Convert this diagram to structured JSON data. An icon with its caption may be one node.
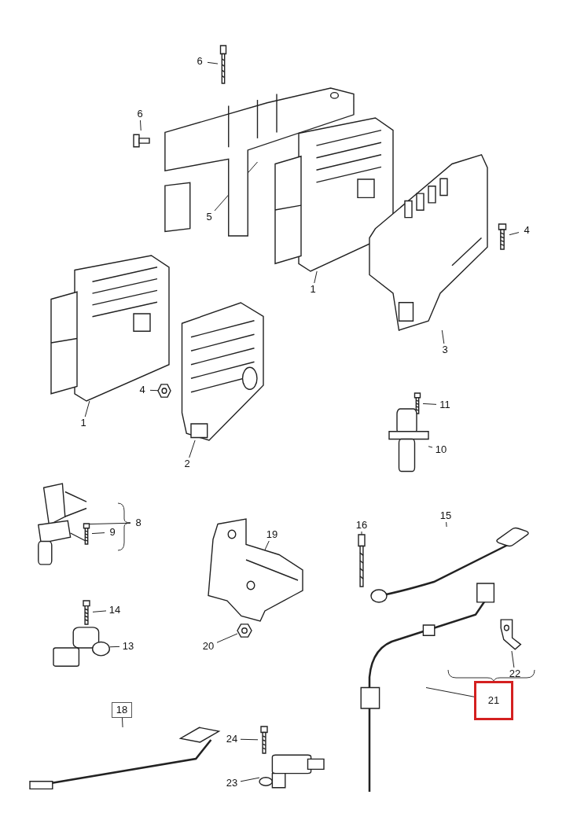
{
  "diagram": {
    "nodes": [
      {
        "text": [
          "6"
        ]
      },
      {
        "text": [],
        "shape": "picture"
      },
      {
        "text": [],
        "shape": "picture"
      },
      {
        "text": [
          "6"
        ]
      },
      {
        "text": [],
        "shape": "picture"
      },
      {
        "text": [
          "5"
        ]
      },
      {
        "text": [],
        "shape": "picture"
      },
      {
        "text": [
          "1"
        ]
      },
      {
        "text": [
          "4"
        ]
      },
      {
        "text": [],
        "shape": "picture"
      },
      {
        "text": [],
        "shape": "picture"
      },
      {
        "text": [
          "3"
        ]
      },
      {
        "text": [],
        "shape": "picture"
      },
      {
        "text": [
          "1"
        ]
      },
      {
        "text": [],
        "shape": "picture"
      },
      {
        "text": [
          "4"
        ]
      },
      {
        "text": [],
        "shape": "picture"
      },
      {
        "text": [
          "2"
        ]
      },
      {
        "text": [
          "11"
        ]
      },
      {
        "text": [],
        "shape": "picture"
      },
      {
        "text": [],
        "shape": "picture"
      },
      {
        "text": [
          "10"
        ]
      },
      {
        "text": [],
        "shape": "picture"
      },
      {
        "text": [
          "8"
        ]
      },
      {
        "text": [],
        "shape": "picture"
      },
      {
        "text": [
          "9"
        ]
      },
      {
        "text": [],
        "shape": "picture"
      },
      {
        "text": [
          "19"
        ]
      },
      {
        "text": [],
        "shape": "picture"
      },
      {
        "text": [
          "20"
        ]
      },
      {
        "text": [],
        "shape": "picture"
      },
      {
        "text": [
          "16"
        ]
      },
      {
        "text": [],
        "shape": "picture"
      },
      {
        "text": [
          "15"
        ]
      },
      {
        "text": [],
        "shape": "picture"
      },
      {
        "text": [
          "14"
        ]
      },
      {
        "text": [],
        "shape": "picture"
      },
      {
        "text": [
          "13"
        ]
      },
      {
        "text": [],
        "shape": "picture"
      },
      {
        "text": [
          "18"
        ]
      },
      {
        "text": [],
        "shape": "picture"
      },
      {
        "text": [
          "24"
        ]
      },
      {
        "text": [],
        "shape": "picture"
      },
      {
        "text": [
          "23"
        ]
      },
      {
        "text": [],
        "shape": "picture"
      },
      {
        "text": [
          "21"
        ]
      },
      {
        "text": [],
        "shape": "picture"
      },
      {
        "text": [
          "22"
        ]
      }
    ],
    "edges": [
      {
        "from": 0,
        "to": 1,
        "arrow": "none"
      },
      {
        "from": 3,
        "to": 4,
        "arrow": "none"
      },
      {
        "from": 5,
        "to": 2,
        "arrow": "none"
      },
      {
        "from": 7,
        "to": 6,
        "arrow": "none"
      },
      {
        "from": 8,
        "to": 9,
        "arrow": "none"
      },
      {
        "from": 11,
        "to": 10,
        "arrow": "none"
      },
      {
        "from": 13,
        "to": 12,
        "arrow": "none"
      },
      {
        "from": 15,
        "to": 16,
        "arrow": "none"
      },
      {
        "from": 17,
        "to": 14,
        "arrow": "none"
      },
      {
        "from": 18,
        "to": 19,
        "arrow": "none"
      },
      {
        "from": 21,
        "to": 20,
        "arrow": "none"
      },
      {
        "from": 23,
        "to": 22,
        "arrow": "none"
      },
      {
        "from": 25,
        "to": 24,
        "arrow": "none"
      },
      {
        "from": 27,
        "to": 26,
        "arrow": "none"
      },
      {
        "from": 29,
        "to": 28,
        "arrow": "none"
      },
      {
        "from": 31,
        "to": 30,
        "arrow": "none"
      },
      {
        "from": 33,
        "to": 32,
        "arrow": "none"
      },
      {
        "from": 35,
        "to": 34,
        "arrow": "none"
      },
      {
        "from": 37,
        "to": 36,
        "arrow": "none"
      },
      {
        "from": 39,
        "to": 38,
        "arrow": "none"
      },
      {
        "from": 41,
        "to": 40,
        "arrow": "none"
      },
      {
        "from": 43,
        "to": 42,
        "arrow": "none"
      },
      {
        "from": 45,
        "to": 44,
        "arrow": "none"
      },
      {
        "from": 47,
        "to": 46,
        "arrow": "none"
      }
    ]
  }
}
